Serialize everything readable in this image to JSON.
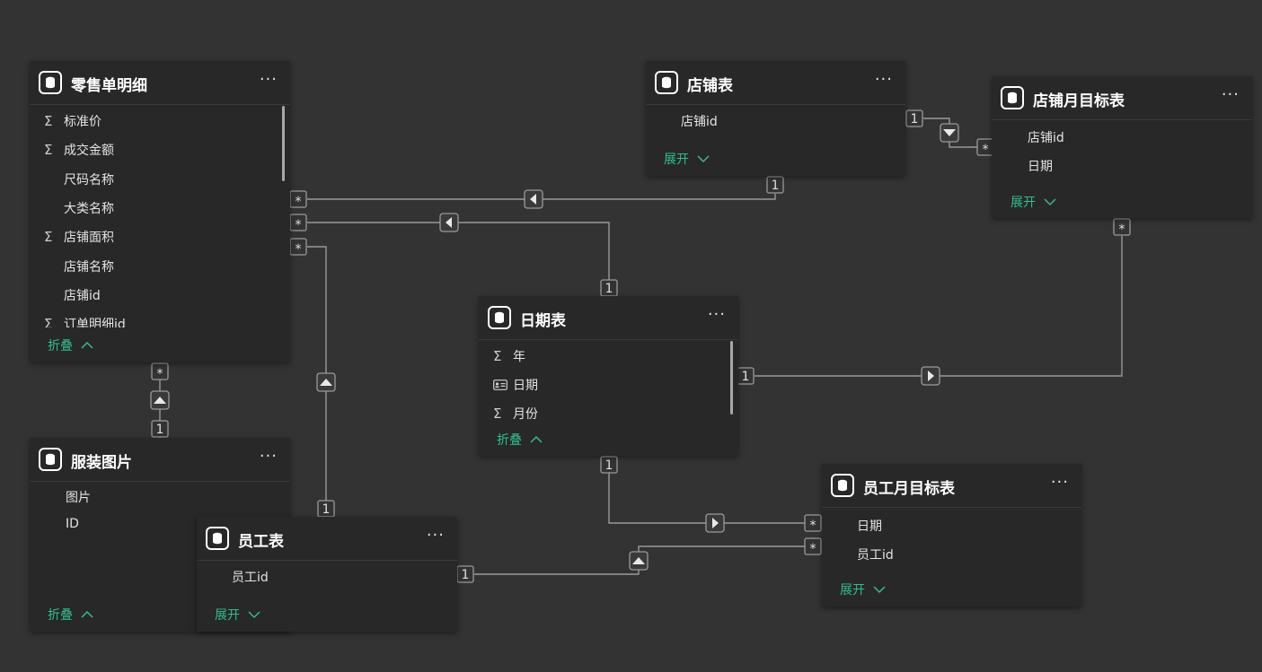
{
  "tables": {
    "retail": {
      "title": "零售单明细",
      "fields": [
        "标准价",
        "成交金额",
        "尺码名称",
        "大类名称",
        "店铺面积",
        "店铺名称",
        "店铺id",
        "订单明细id"
      ],
      "field_icons": [
        "sigma",
        "sigma",
        "none",
        "none",
        "sigma",
        "none",
        "none",
        "sigma"
      ],
      "toggle": "折叠"
    },
    "store": {
      "title": "店铺表",
      "fields": [
        "店铺id"
      ],
      "toggle": "展开"
    },
    "store_target": {
      "title": "店铺月目标表",
      "fields": [
        "店铺id",
        "日期"
      ],
      "toggle": "展开"
    },
    "date": {
      "title": "日期表",
      "fields": [
        "年",
        "日期",
        "月份"
      ],
      "field_icons": [
        "sigma",
        "date-card",
        "sigma"
      ],
      "toggle": "折叠"
    },
    "clothing": {
      "title": "服装图片",
      "fields": [
        "图片",
        "ID"
      ],
      "toggle": "折叠"
    },
    "employee": {
      "title": "员工表",
      "fields": [
        "员工id"
      ],
      "toggle": "展开"
    },
    "employee_target": {
      "title": "员工月目标表",
      "fields": [
        "日期",
        "员工id"
      ],
      "toggle": "展开"
    }
  },
  "icons": {
    "table": "database-icon",
    "more": "more-options-icon",
    "sigma": "Σ",
    "expand": "chevron-down-icon",
    "collapse": "chevron-up-icon"
  },
  "more_label": "···",
  "cardinality": {
    "one": "1",
    "many": "*"
  },
  "colors": {
    "background": "#333333",
    "card": "#282828",
    "line": "#9a9a9a",
    "accent": "#2fbf8f",
    "text": "#e8e8e8"
  }
}
